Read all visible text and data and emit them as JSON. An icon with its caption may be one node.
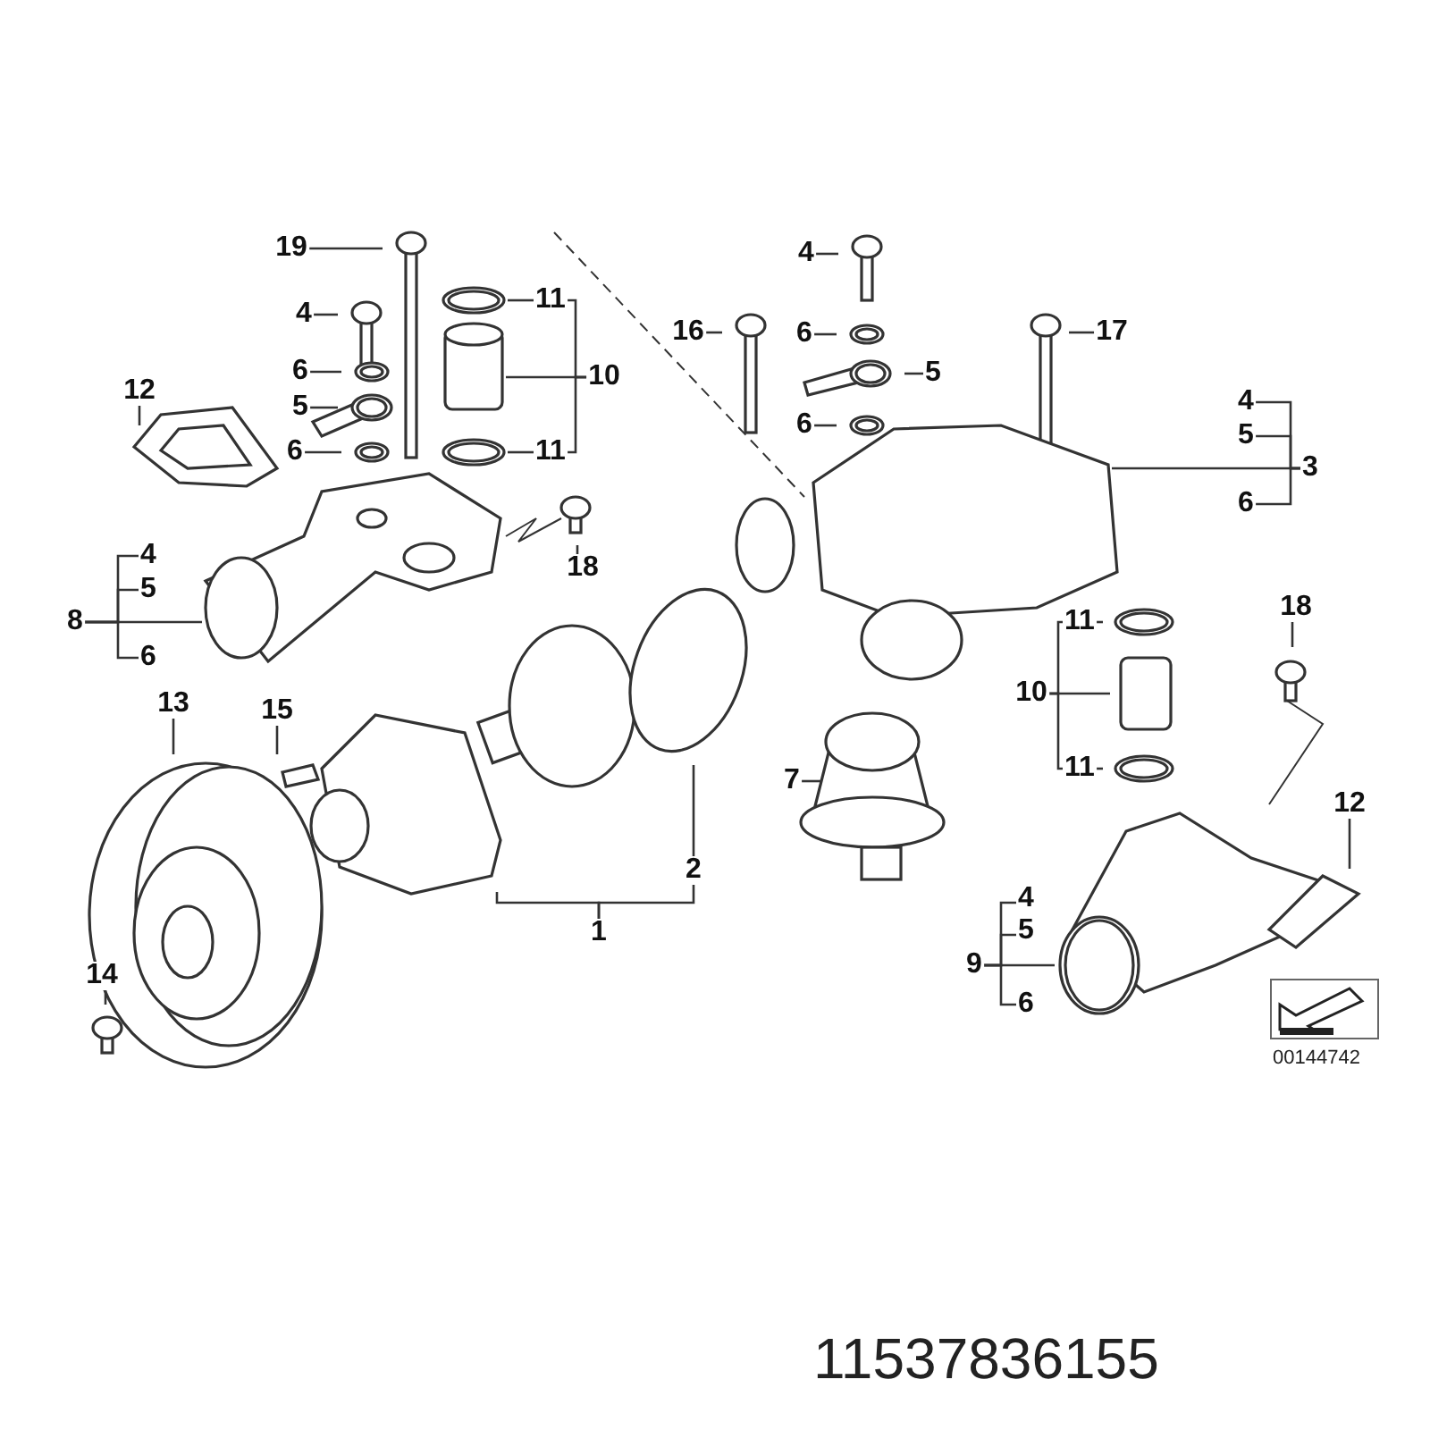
{
  "diagram": {
    "nodes": [
      {
        "text": [
          "19"
        ]
      },
      {
        "text": [
          "4"
        ]
      },
      {
        "text": [
          "6"
        ]
      },
      {
        "text": [
          "5"
        ]
      },
      {
        "text": [
          "6"
        ]
      },
      {
        "text": [
          "11"
        ]
      },
      {
        "text": [
          "10"
        ]
      },
      {
        "text": [
          "11"
        ]
      },
      {
        "text": [
          "12"
        ]
      },
      {
        "text": [
          "18"
        ]
      },
      {
        "text": [
          "4"
        ]
      },
      {
        "text": [
          "5"
        ]
      },
      {
        "text": [
          "8"
        ]
      },
      {
        "text": [
          "6"
        ]
      },
      {
        "text": [
          "4"
        ]
      },
      {
        "text": [
          "16"
        ]
      },
      {
        "text": [
          "6"
        ]
      },
      {
        "text": [
          "5"
        ]
      },
      {
        "text": [
          "6"
        ]
      },
      {
        "text": [
          "17"
        ]
      },
      {
        "text": [
          "4"
        ]
      },
      {
        "text": [
          "5"
        ]
      },
      {
        "text": [
          "3"
        ]
      },
      {
        "text": [
          "6"
        ]
      },
      {
        "text": [
          "18"
        ]
      },
      {
        "text": [
          "11"
        ]
      },
      {
        "text": [
          "10"
        ]
      },
      {
        "text": [
          "11"
        ]
      },
      {
        "text": [
          "7"
        ]
      },
      {
        "text": [
          "12"
        ]
      },
      {
        "text": [
          "4"
        ]
      },
      {
        "text": [
          "5"
        ]
      },
      {
        "text": [
          "9"
        ]
      },
      {
        "text": [
          "6"
        ]
      },
      {
        "text": [
          "15"
        ]
      },
      {
        "text": [
          "13"
        ]
      },
      {
        "text": [
          "2"
        ]
      },
      {
        "text": [
          "1"
        ]
      },
      {
        "text": [
          "14"
        ]
      }
    ],
    "edges": [
      {
        "from": 0,
        "to": null,
        "arrow": "none"
      },
      {
        "from": 1,
        "to": null,
        "arrow": "none"
      },
      {
        "from": 2,
        "to": null,
        "arrow": "none"
      },
      {
        "from": 3,
        "to": null,
        "arrow": "none"
      },
      {
        "from": 4,
        "to": null,
        "arrow": "none"
      },
      {
        "from": 5,
        "to": null,
        "arrow": "none"
      },
      {
        "from": 7,
        "to": null,
        "arrow": "none"
      },
      {
        "from": 6,
        "to": 5,
        "arrow": "none"
      },
      {
        "from": 6,
        "to": 7,
        "arrow": "none"
      },
      {
        "from": 6,
        "to": null,
        "arrow": "none"
      },
      {
        "from": 8,
        "to": null,
        "arrow": "none"
      },
      {
        "from": 9,
        "to": null,
        "arrow": "none"
      },
      {
        "from": 12,
        "to": null,
        "arrow": "none"
      },
      {
        "from": 12,
        "to": 10,
        "arrow": "none"
      },
      {
        "from": 12,
        "to": 11,
        "arrow": "none"
      },
      {
        "from": 12,
        "to": 13,
        "arrow": "none"
      },
      {
        "from": 14,
        "to": null,
        "arrow": "none"
      },
      {
        "from": 15,
        "to": null,
        "arrow": "none"
      },
      {
        "from": 16,
        "to": null,
        "arrow": "none"
      },
      {
        "from": 17,
        "to": null,
        "arrow": "none"
      },
      {
        "from": 18,
        "to": null,
        "arrow": "none"
      },
      {
        "from": 19,
        "to": null,
        "arrow": "none"
      },
      {
        "from": 22,
        "to": null,
        "arrow": "none"
      },
      {
        "from": 22,
        "to": 20,
        "arrow": "none"
      },
      {
        "from": 22,
        "to": 21,
        "arrow": "none"
      },
      {
        "from": 22,
        "to": 23,
        "arrow": "none"
      },
      {
        "from": 24,
        "to": null,
        "arrow": "none"
      },
      {
        "from": 25,
        "to": null,
        "arrow": "none"
      },
      {
        "from": 27,
        "to": null,
        "arrow": "none"
      },
      {
        "from": 26,
        "to": 25,
        "arrow": "none"
      },
      {
        "from": 26,
        "to": 27,
        "arrow": "none"
      },
      {
        "from": 26,
        "to": null,
        "arrow": "none"
      },
      {
        "from": 28,
        "to": null,
        "arrow": "none"
      },
      {
        "from": 29,
        "to": null,
        "arrow": "none"
      },
      {
        "from": 32,
        "to": null,
        "arrow": "none"
      },
      {
        "from": 32,
        "to": 30,
        "arrow": "none"
      },
      {
        "from": 32,
        "to": 31,
        "arrow": "none"
      },
      {
        "from": 32,
        "to": 33,
        "arrow": "none"
      },
      {
        "from": 34,
        "to": null,
        "arrow": "none"
      },
      {
        "from": 35,
        "to": null,
        "arrow": "none"
      },
      {
        "from": 36,
        "to": null,
        "arrow": "none"
      },
      {
        "from": 37,
        "to": 36,
        "arrow": "none"
      },
      {
        "from": 37,
        "to": null,
        "arrow": "none"
      },
      {
        "from": 38,
        "to": null,
        "arrow": "none"
      }
    ],
    "labels": [
      "00144742",
      "11537836155"
    ]
  }
}
